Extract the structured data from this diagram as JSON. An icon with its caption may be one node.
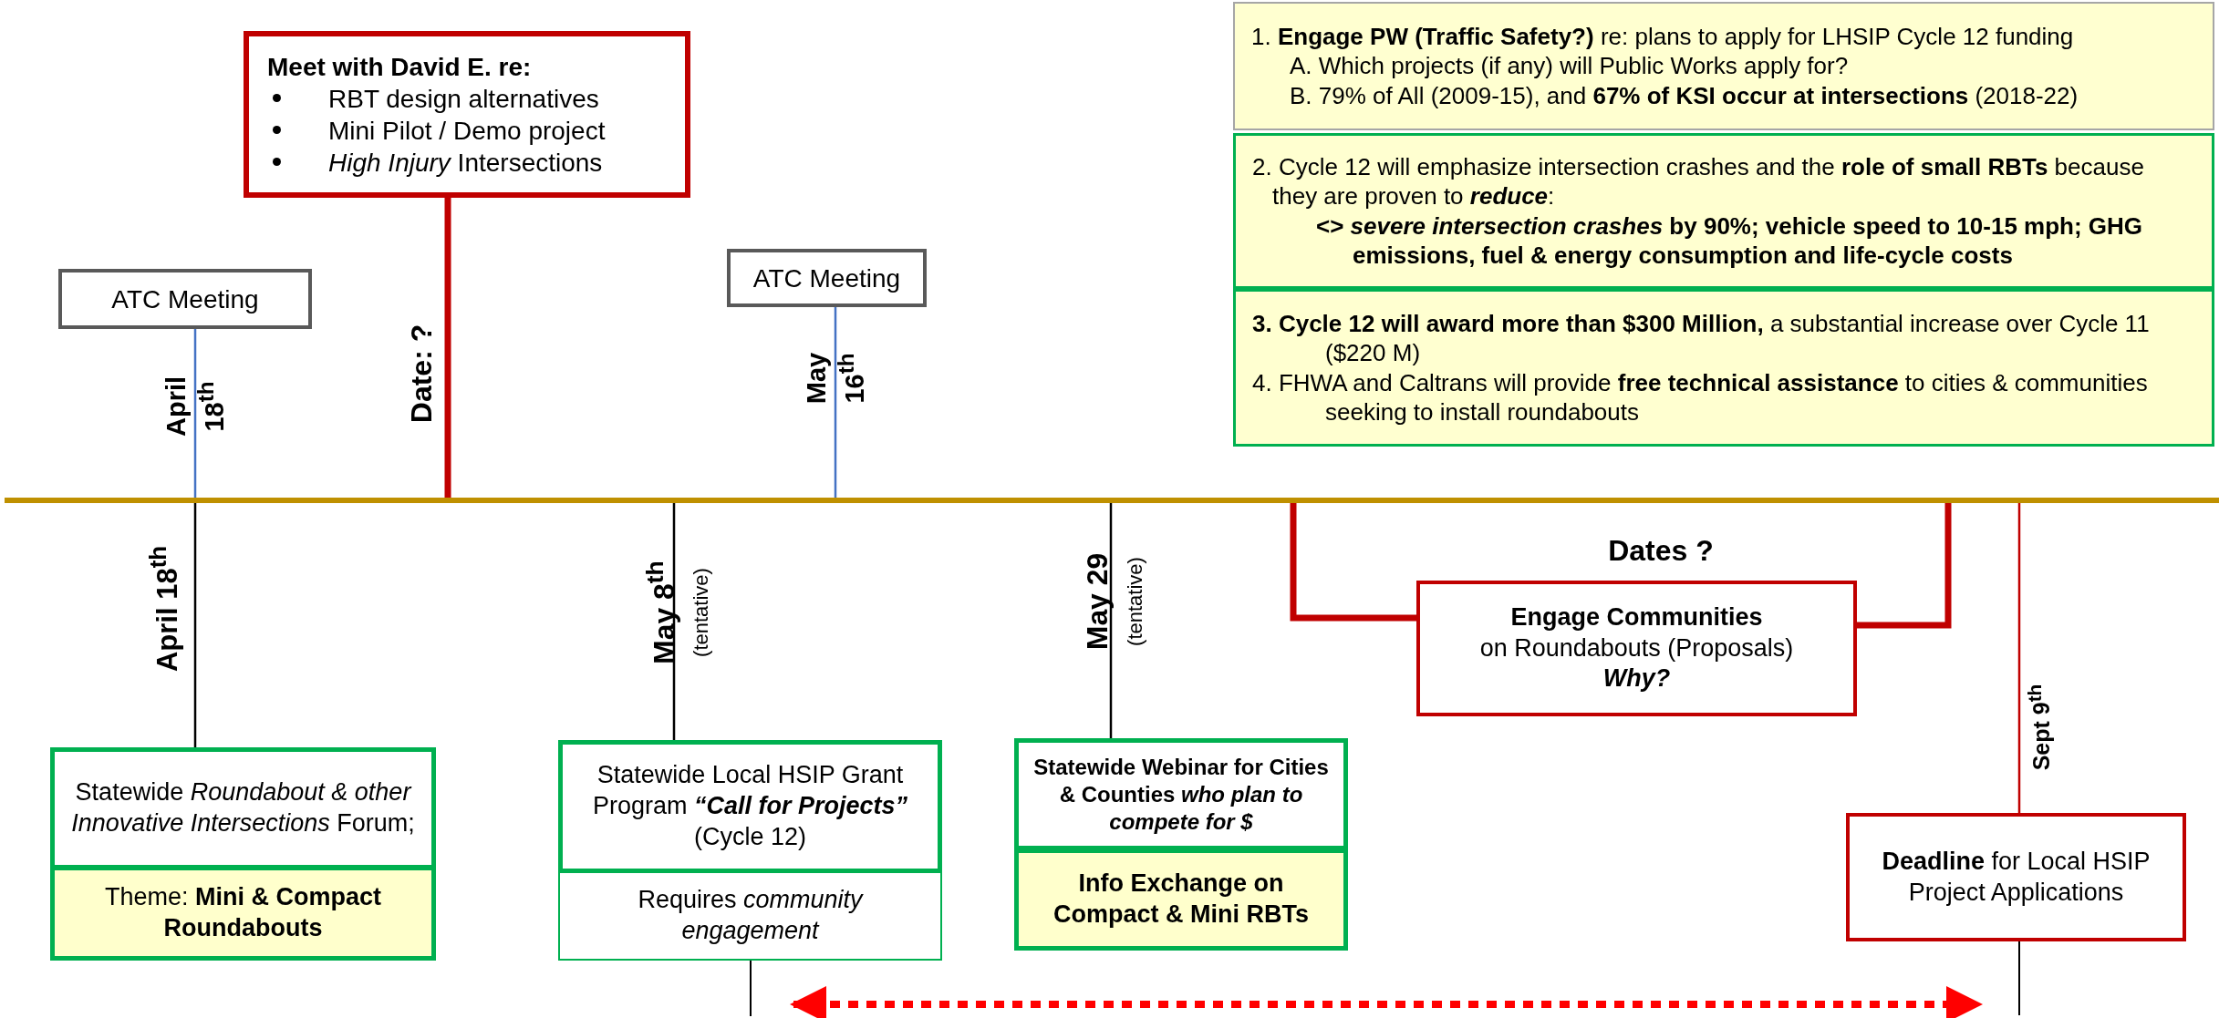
{
  "diagram": {
    "nodes": [
      {
        "text": [],
        "shape": "bar"
      },
      {
        "text": [
          "Meet with David E. re:",
          "RBT design alternatives",
          "Mini Pilot / Demo project",
          "*High Injury* Intersections"
        ]
      },
      {
        "text": [
          "ATC Meeting"
        ]
      },
      {
        "text": [
          "ATC Meeting"
        ]
      },
      {
        "text": [
          "1. **Engage PW (Traffic Safety?)** re: plans to apply for LHSIP Cycle 12 funding",
          "A. Which projects (if any) will Public Works apply for?",
          "B. 79% of All (2009-15), and **67% of KSI occur at intersections** (2018-22)"
        ]
      },
      {
        "text": [
          "2. Cycle 12 will emphasize intersection crashes and the **role of small RBTs** because they are proven to *reduce*:",
          "<> *severe intersection crashes* by 90%; vehicle speed to 10-15 mph; GHG emissions, fuel & energy consumption and life-cycle costs"
        ]
      },
      {
        "text": [
          "**3. Cycle 12 will award more than $300 Million,** a substantial increase over Cycle 11 ($220 M)",
          "4. FHWA and Caltrans will provide **free technical assistance** to cities & communities seeking to install roundabouts"
        ]
      },
      {
        "text": [
          "Statewide *Roundabout & other Innovative Intersections* Forum;"
        ]
      },
      {
        "text": [
          "Theme: **Mini & Compact Roundabouts**"
        ]
      },
      {
        "text": [
          "Statewide Local HSIP Grant Program *“Call for Projects”* (Cycle 12)"
        ]
      },
      {
        "text": [
          "Requires *community engagement*"
        ]
      },
      {
        "text": [
          "Statewide Webinar for Cities & Counties *who plan to compete for $*"
        ]
      },
      {
        "text": [
          "Info Exchange on Compact & Mini RBTs"
        ]
      },
      {
        "text": [
          "Engage Communities",
          "on Roundabouts (Proposals)",
          "Why?"
        ],
        "beside": [
          "Dates ?"
        ]
      },
      {
        "text": [
          "**Deadline** for Local HSIP Project Applications"
        ]
      }
    ],
    "edges": [
      {
        "from": 2,
        "to": 0,
        "arrow": "none",
        "label": "April 18$^{th}$",
        "color": "#4472c4"
      },
      {
        "from": 1,
        "to": 0,
        "arrow": "none",
        "label": "Date: ?",
        "style": "thick"
      },
      {
        "from": 3,
        "to": 0,
        "arrow": "none",
        "label": "May 16$^{th}$",
        "color": "#4472c4"
      },
      {
        "from": 0,
        "to": 7,
        "arrow": "none",
        "label": "April 18$^{th}$",
        "color": "#000000"
      },
      {
        "from": 0,
        "to": 9,
        "arrow": "none",
        "label": "**May 8$^{th}$** (tentative)",
        "color": "#000000"
      },
      {
        "from": 0,
        "to": 11,
        "arrow": "none",
        "label": "**May 29** (tentative)",
        "color": "#000000"
      },
      {
        "from": 0,
        "to": 13,
        "arrow": "none",
        "style": "thick"
      },
      {
        "from": 0,
        "to": 13,
        "arrow": "none",
        "style": "thick"
      },
      {
        "from": 0,
        "to": 14,
        "arrow": "none",
        "label": "Sept 9$^{th}$"
      }
    ]
  }
}
